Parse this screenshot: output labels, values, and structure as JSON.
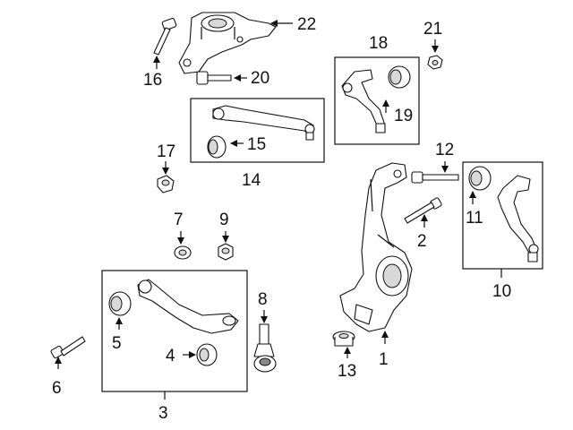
{
  "callouts": {
    "c1": "1",
    "c2": "2",
    "c3": "3",
    "c4": "4",
    "c5": "5",
    "c6": "6",
    "c7": "7",
    "c8": "8",
    "c9": "9",
    "c10": "10",
    "c11": "11",
    "c12": "12",
    "c13": "13",
    "c14": "14",
    "c15": "15",
    "c16": "16",
    "c17": "17",
    "c18": "18",
    "c19": "19",
    "c20": "20",
    "c21": "21",
    "c22": "22"
  },
  "colors": {
    "line": "#111111",
    "background": "#ffffff"
  }
}
